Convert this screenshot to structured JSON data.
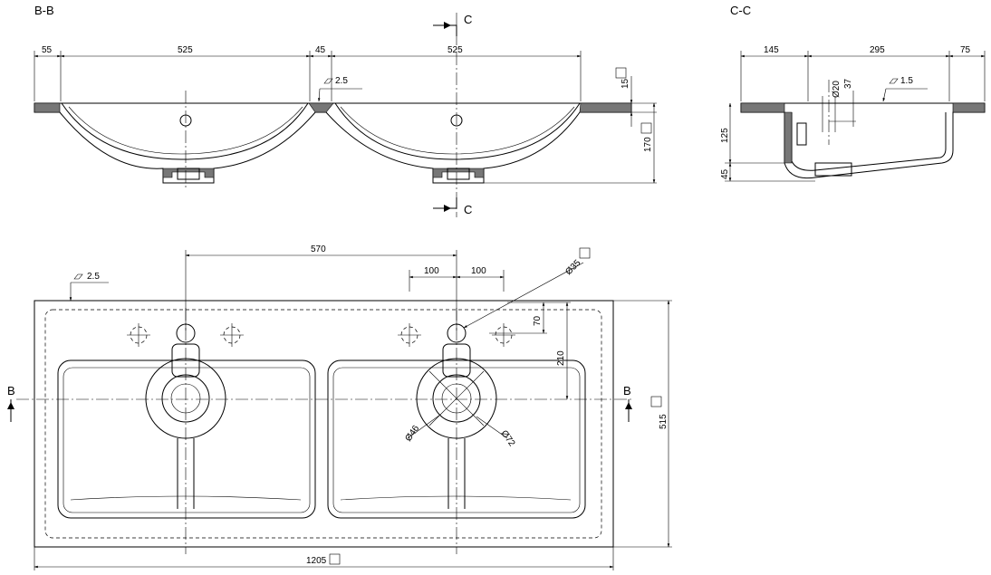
{
  "sections": {
    "bb": "B-B",
    "cc": "C-C",
    "c_top": "C",
    "c_bottom": "C",
    "b_left": "B",
    "b_right": "B"
  },
  "dimensions": {
    "bb_55": "55",
    "bb_525_a": "525",
    "bb_45": "45",
    "bb_525_b": "525",
    "bb_radius": "2.5",
    "bb_15": "15",
    "bb_170": "170",
    "cc_145": "145",
    "cc_295": "295",
    "cc_75": "75",
    "cc_d20": "Ø20",
    "cc_37": "37",
    "cc_radius": "1.5",
    "cc_125": "125",
    "cc_45": "45",
    "plan_570": "570",
    "plan_100_a": "100",
    "plan_100_b": "100",
    "plan_d35": "Ø35",
    "plan_radius": "2.5",
    "plan_70": "70",
    "plan_210": "210",
    "plan_d46": "Ø46",
    "plan_d72": "Ø72",
    "plan_515": "515",
    "plan_1205": "1205"
  }
}
